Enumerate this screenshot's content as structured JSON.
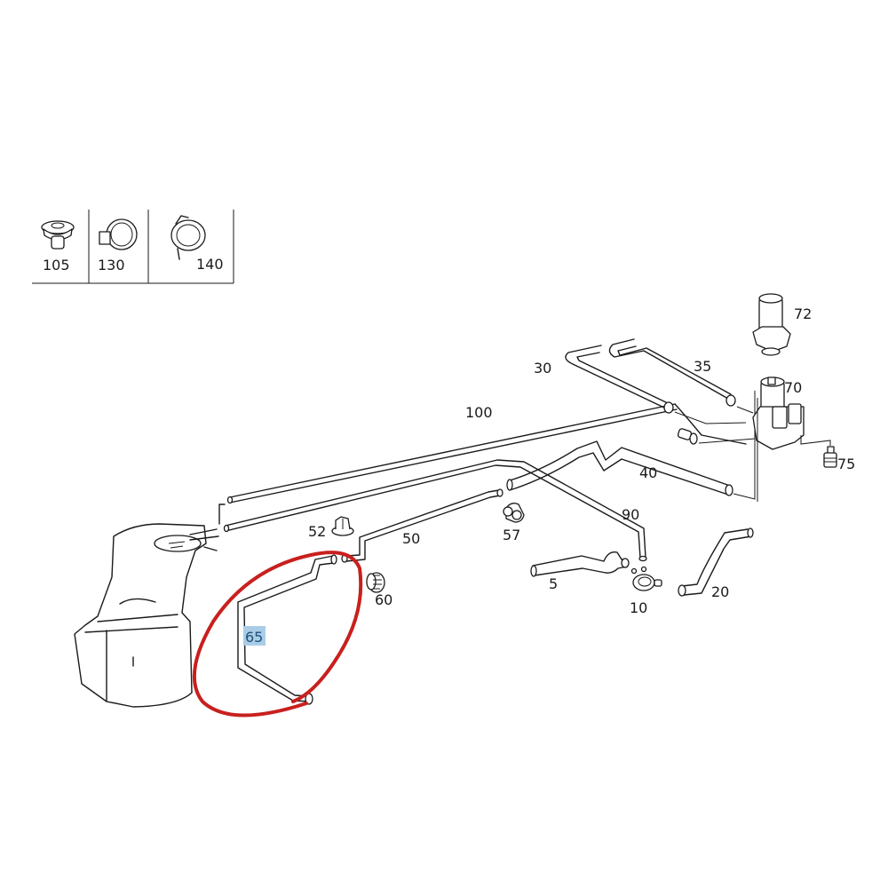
{
  "diagram": {
    "type": "exploded-parts-diagram",
    "legend_box": {
      "items": [
        {
          "part": "105",
          "icon": "push-rivet-clip-icon"
        },
        {
          "part": "130",
          "icon": "hose-clamp-band-icon"
        },
        {
          "part": "140",
          "icon": "spring-hose-clamp-icon"
        }
      ]
    },
    "parts": [
      {
        "id": "5",
        "label": "5",
        "kind": "hose"
      },
      {
        "id": "10",
        "label": "10",
        "kind": "connector"
      },
      {
        "id": "20",
        "label": "20",
        "kind": "hose"
      },
      {
        "id": "30",
        "label": "30",
        "kind": "hose"
      },
      {
        "id": "35",
        "label": "35",
        "kind": "hose"
      },
      {
        "id": "40",
        "label": "40",
        "kind": "hose"
      },
      {
        "id": "50",
        "label": "50",
        "kind": "line"
      },
      {
        "id": "52",
        "label": "52",
        "kind": "nut"
      },
      {
        "id": "57",
        "label": "57",
        "kind": "grommet"
      },
      {
        "id": "60",
        "label": "60",
        "kind": "grommet"
      },
      {
        "id": "65",
        "label": "65",
        "kind": "hose",
        "highlighted": true,
        "circled": true
      },
      {
        "id": "70",
        "label": "70",
        "kind": "valve"
      },
      {
        "id": "72",
        "label": "72",
        "kind": "pump"
      },
      {
        "id": "75",
        "label": "75",
        "kind": "sensor"
      },
      {
        "id": "90",
        "label": "90",
        "kind": "line"
      },
      {
        "id": "100",
        "label": "100",
        "kind": "line"
      }
    ],
    "highlight": {
      "part": "65",
      "label_bg": "#a9cde6",
      "label_color": "#1f4f7a",
      "ring_color": "#c8201e"
    }
  }
}
